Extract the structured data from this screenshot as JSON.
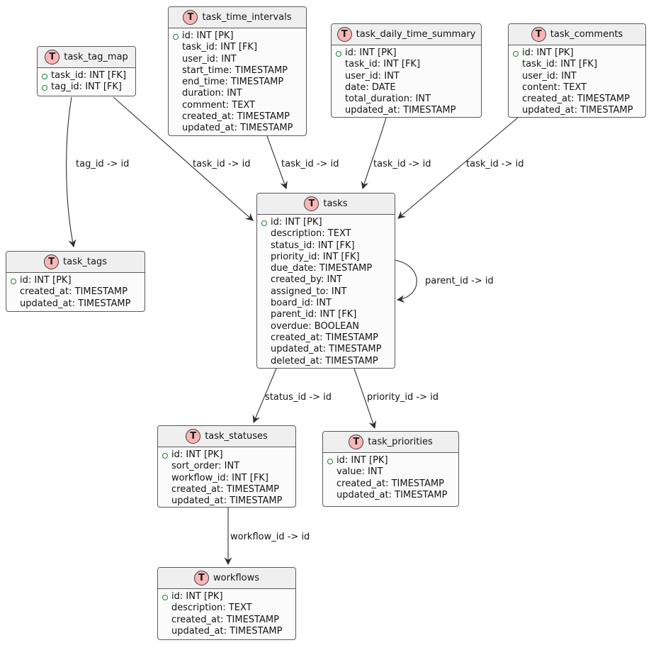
{
  "diagram": {
    "type": "entity-relationship",
    "spot_letter": "T",
    "colors": {
      "background": "#ffffff",
      "table_body_fill": "#fbfbfb",
      "table_header_fill": "#efefef",
      "table_border": "#5a5a5a",
      "spot_fill": "#f9b6b6",
      "spot_border": "#3d3d3d",
      "key_marker_green": "#18873c",
      "edge_line": "#2e2e2e",
      "text": "#141414"
    }
  },
  "tables": [
    {
      "name": "task_tag_map",
      "fields": [
        {
          "text": "task_id: INT [FK]",
          "marker": true
        },
        {
          "text": "tag_id: INT [FK]",
          "marker": true
        }
      ]
    },
    {
      "name": "task_time_intervals",
      "fields": [
        {
          "text": "id: INT [PK]",
          "marker": true
        },
        {
          "text": "task_id: INT [FK]",
          "marker": false
        },
        {
          "text": "user_id: INT",
          "marker": false
        },
        {
          "text": "start_time: TIMESTAMP",
          "marker": false
        },
        {
          "text": "end_time: TIMESTAMP",
          "marker": false
        },
        {
          "text": "duration: INT",
          "marker": false
        },
        {
          "text": "comment: TEXT",
          "marker": false
        },
        {
          "text": "created_at: TIMESTAMP",
          "marker": false
        },
        {
          "text": "updated_at: TIMESTAMP",
          "marker": false
        }
      ]
    },
    {
      "name": "task_daily_time_summary",
      "fields": [
        {
          "text": "id: INT [PK]",
          "marker": true
        },
        {
          "text": "task_id: INT [FK]",
          "marker": false
        },
        {
          "text": "user_id: INT",
          "marker": false
        },
        {
          "text": "date: DATE",
          "marker": false
        },
        {
          "text": "total_duration: INT",
          "marker": false
        },
        {
          "text": "updated_at: TIMESTAMP",
          "marker": false
        }
      ]
    },
    {
      "name": "task_comments",
      "fields": [
        {
          "text": "id: INT [PK]",
          "marker": true
        },
        {
          "text": "task_id: INT [FK]",
          "marker": false
        },
        {
          "text": "user_id: INT",
          "marker": false
        },
        {
          "text": "content: TEXT",
          "marker": false
        },
        {
          "text": "created_at: TIMESTAMP",
          "marker": false
        },
        {
          "text": "updated_at: TIMESTAMP",
          "marker": false
        }
      ]
    },
    {
      "name": "tasks",
      "fields": [
        {
          "text": "id: INT [PK]",
          "marker": true
        },
        {
          "text": "description: TEXT",
          "marker": false
        },
        {
          "text": "status_id: INT [FK]",
          "marker": false
        },
        {
          "text": "priority_id: INT [FK]",
          "marker": false
        },
        {
          "text": "due_date: TIMESTAMP",
          "marker": false
        },
        {
          "text": "created_by: INT",
          "marker": false
        },
        {
          "text": "assigned_to: INT",
          "marker": false
        },
        {
          "text": "board_id: INT",
          "marker": false
        },
        {
          "text": "parent_id: INT [FK]",
          "marker": false
        },
        {
          "text": "overdue: BOOLEAN",
          "marker": false
        },
        {
          "text": "created_at: TIMESTAMP",
          "marker": false
        },
        {
          "text": "updated_at: TIMESTAMP",
          "marker": false
        },
        {
          "text": "deleted_at: TIMESTAMP",
          "marker": false
        }
      ]
    },
    {
      "name": "task_tags",
      "fields": [
        {
          "text": "id: INT [PK]",
          "marker": true
        },
        {
          "text": "created_at: TIMESTAMP",
          "marker": false
        },
        {
          "text": "updated_at: TIMESTAMP",
          "marker": false
        }
      ]
    },
    {
      "name": "task_statuses",
      "fields": [
        {
          "text": "id: INT [PK]",
          "marker": true
        },
        {
          "text": "sort_order: INT",
          "marker": false
        },
        {
          "text": "workflow_id: INT [FK]",
          "marker": false
        },
        {
          "text": "created_at: TIMESTAMP",
          "marker": false
        },
        {
          "text": "updated_at: TIMESTAMP",
          "marker": false
        }
      ]
    },
    {
      "name": "task_priorities",
      "fields": [
        {
          "text": "id: INT [PK]",
          "marker": true
        },
        {
          "text": "value: INT",
          "marker": false
        },
        {
          "text": "created_at: TIMESTAMP",
          "marker": false
        },
        {
          "text": "updated_at: TIMESTAMP",
          "marker": false
        }
      ]
    },
    {
      "name": "workflows",
      "fields": [
        {
          "text": "id: INT [PK]",
          "marker": true
        },
        {
          "text": "description: TEXT",
          "marker": false
        },
        {
          "text": "created_at: TIMESTAMP",
          "marker": false
        },
        {
          "text": "updated_at: TIMESTAMP",
          "marker": false
        }
      ]
    }
  ],
  "edges": [
    {
      "from": "task_tag_map",
      "to": "task_tags",
      "label": "tag_id -> id"
    },
    {
      "from": "task_tag_map",
      "to": "tasks",
      "label": "task_id -> id"
    },
    {
      "from": "task_time_intervals",
      "to": "tasks",
      "label": "task_id -> id"
    },
    {
      "from": "task_daily_time_summary",
      "to": "tasks",
      "label": "task_id -> id"
    },
    {
      "from": "task_comments",
      "to": "tasks",
      "label": "task_id -> id"
    },
    {
      "from": "tasks",
      "to": "tasks",
      "label": "parent_id -> id"
    },
    {
      "from": "tasks",
      "to": "task_statuses",
      "label": "status_id -> id"
    },
    {
      "from": "tasks",
      "to": "task_priorities",
      "label": "priority_id -> id"
    },
    {
      "from": "task_statuses",
      "to": "workflows",
      "label": "workflow_id -> id"
    }
  ]
}
